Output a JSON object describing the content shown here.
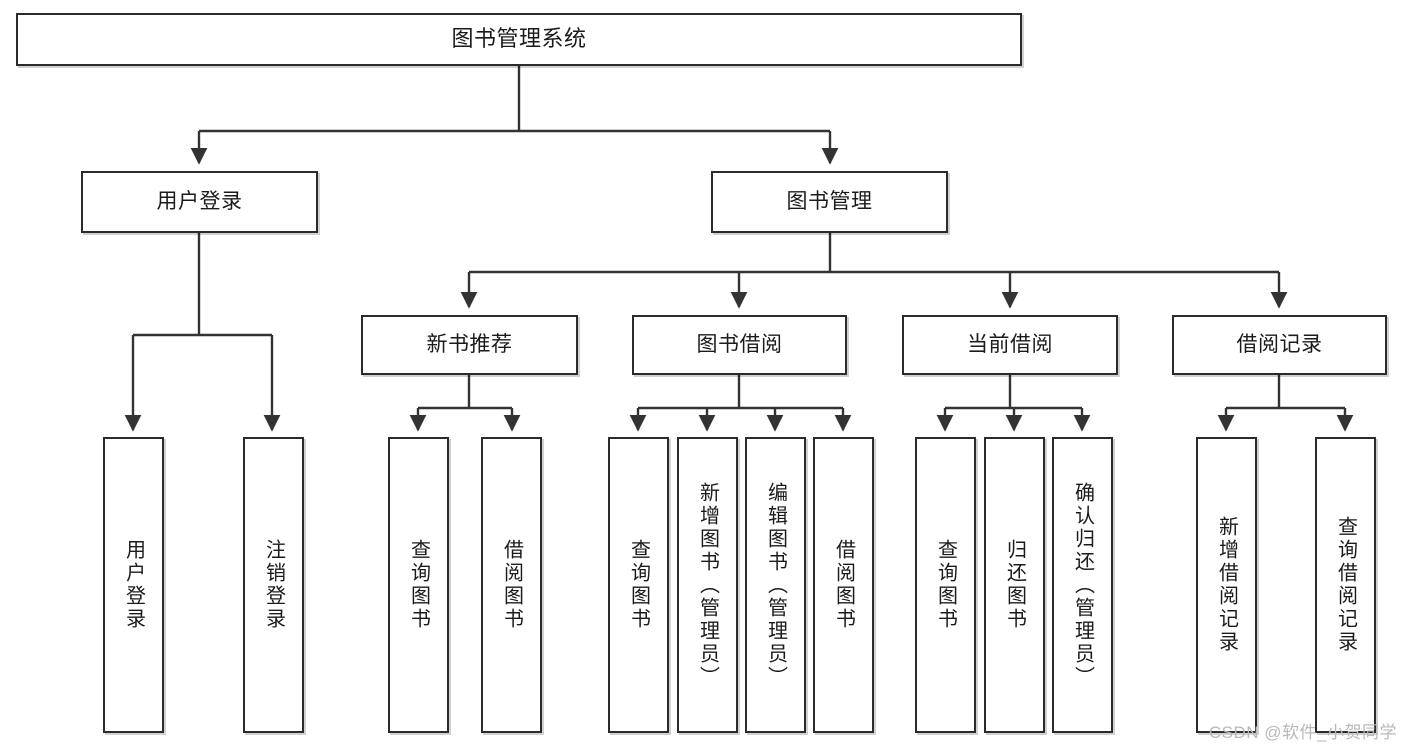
{
  "diagram": {
    "title": "图书管理系统",
    "type": "tree",
    "watermark": "CSDN @软件_小贺同学",
    "colors": {
      "background": "#ffffff",
      "box_border": "#2b2b2b",
      "box_fill": "#ffffff",
      "connector": "#333333",
      "text": "#1b1b1b",
      "watermark": "#b9b9b9"
    },
    "levels": {
      "level0": [
        {
          "id": "root",
          "label": "图书管理系统",
          "orientation": "horizontal"
        }
      ],
      "level1": [
        {
          "id": "user-login",
          "label": "用户登录",
          "orientation": "horizontal"
        },
        {
          "id": "book-manage",
          "label": "图书管理",
          "orientation": "horizontal"
        }
      ],
      "level2": [
        {
          "id": "new-book-rec",
          "label": "新书推荐",
          "orientation": "horizontal",
          "parent": "book-manage"
        },
        {
          "id": "book-borrow",
          "label": "图书借阅",
          "orientation": "horizontal",
          "parent": "book-manage"
        },
        {
          "id": "current-borrow",
          "label": "当前借阅",
          "orientation": "horizontal",
          "parent": "book-manage"
        },
        {
          "id": "borrow-record",
          "label": "借阅记录",
          "orientation": "horizontal",
          "parent": "book-manage"
        }
      ],
      "level3": [
        {
          "id": "leaf-user-login",
          "label": "用户登录",
          "orientation": "vertical",
          "parent": "user-login"
        },
        {
          "id": "leaf-logout",
          "label": "注销登录",
          "orientation": "vertical",
          "parent": "user-login"
        },
        {
          "id": "leaf-query-book-1",
          "label": "查询图书",
          "orientation": "vertical",
          "parent": "new-book-rec"
        },
        {
          "id": "leaf-borrow-book-1",
          "label": "借阅图书",
          "orientation": "vertical",
          "parent": "new-book-rec"
        },
        {
          "id": "leaf-query-book-2",
          "label": "查询图书",
          "orientation": "vertical",
          "parent": "book-borrow"
        },
        {
          "id": "leaf-add-book",
          "label": "新增图书（管理员）",
          "orientation": "vertical",
          "parent": "book-borrow"
        },
        {
          "id": "leaf-edit-book",
          "label": "编辑图书（管理员）",
          "orientation": "vertical",
          "parent": "book-borrow"
        },
        {
          "id": "leaf-borrow-book-2",
          "label": "借阅图书",
          "orientation": "vertical",
          "parent": "book-borrow"
        },
        {
          "id": "leaf-query-book-3",
          "label": "查询图书",
          "orientation": "vertical",
          "parent": "current-borrow"
        },
        {
          "id": "leaf-return-book",
          "label": "归还图书",
          "orientation": "vertical",
          "parent": "current-borrow"
        },
        {
          "id": "leaf-confirm-return",
          "label": "确认归还（管理员）",
          "orientation": "vertical",
          "parent": "current-borrow"
        },
        {
          "id": "leaf-add-record",
          "label": "新增借阅记录",
          "orientation": "vertical",
          "parent": "borrow-record"
        },
        {
          "id": "leaf-query-record",
          "label": "查询借阅记录",
          "orientation": "vertical",
          "parent": "borrow-record"
        }
      ]
    }
  }
}
